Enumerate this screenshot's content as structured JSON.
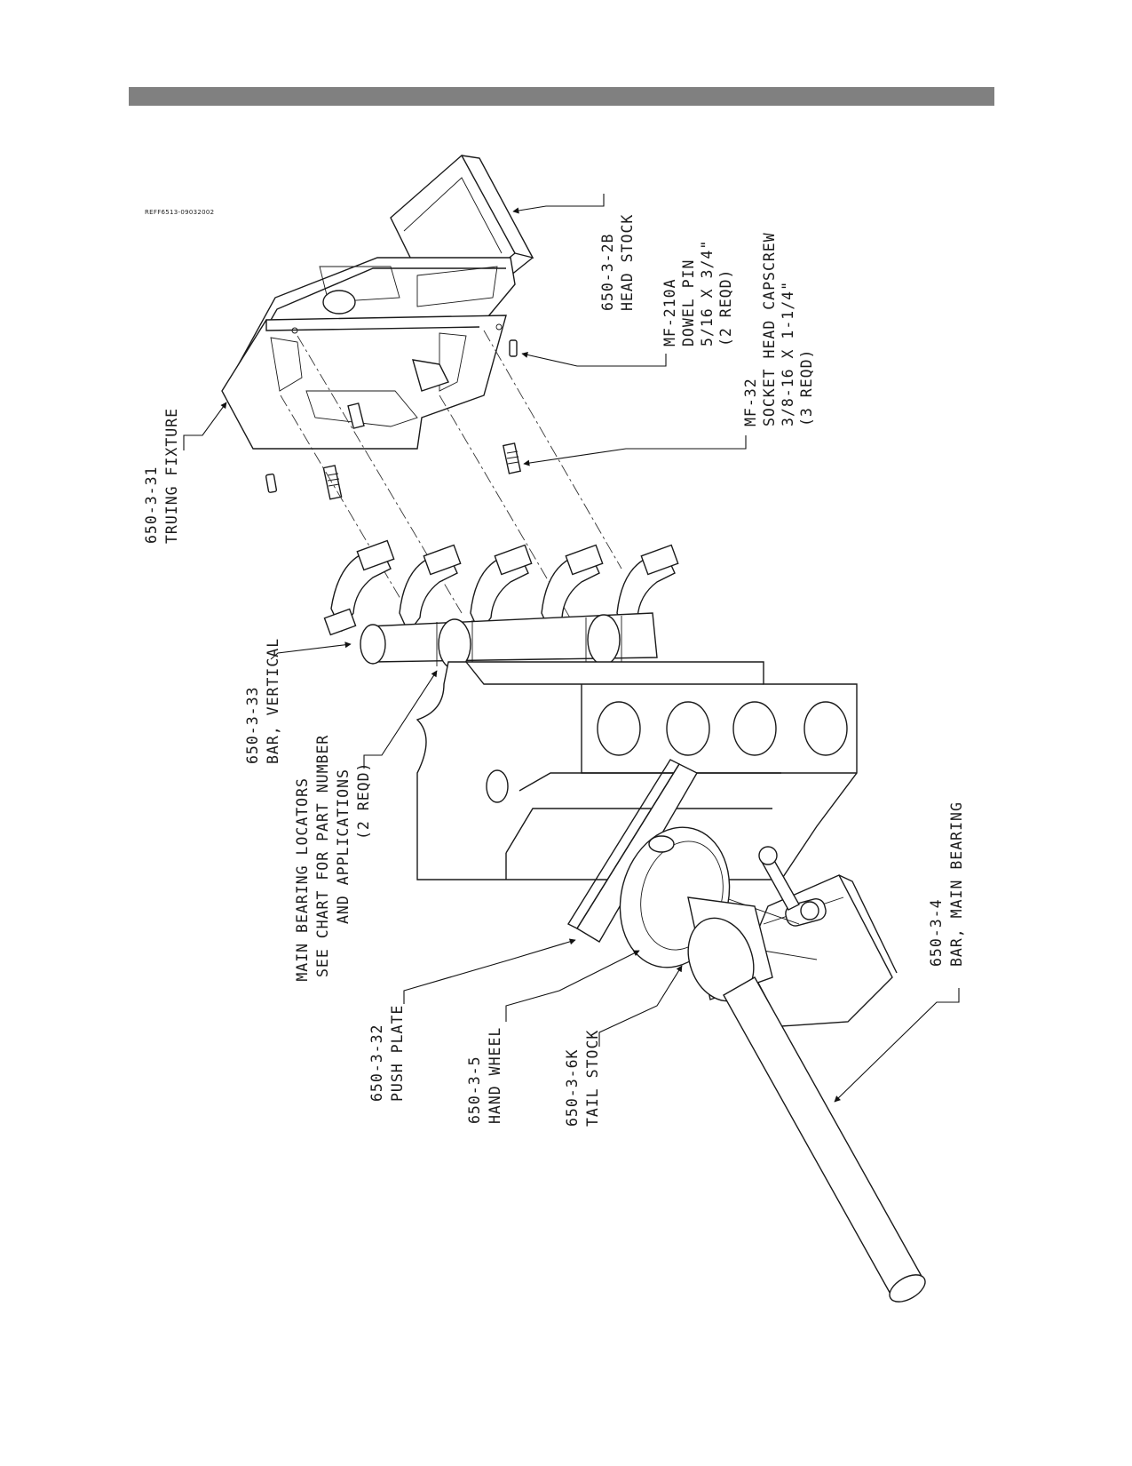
{
  "header": {
    "bar_color": "#808080"
  },
  "reference_code": "REFF6513-09032002",
  "callouts": [
    {
      "id": "head-stock",
      "lines": [
        "650-3-2B",
        "HEAD STOCK"
      ]
    },
    {
      "id": "dowel-pin",
      "lines": [
        "MF-210A",
        "DOWEL PIN",
        "5/16 X 3/4\"",
        "(2 REQD)"
      ]
    },
    {
      "id": "socket-capscrew",
      "lines": [
        "MF-32",
        "SOCKET HEAD CAPSCREW",
        "3/8-16 X 1-1/4\"",
        "(3 REQD)"
      ]
    },
    {
      "id": "truing-fixture",
      "lines": [
        "650-3-31",
        "TRUING FIXTURE"
      ]
    },
    {
      "id": "bar-vertical",
      "lines": [
        "650-3-33",
        "BAR, VERTICAL"
      ]
    },
    {
      "id": "main-bearing-locators",
      "lines": [
        "MAIN BEARING LOCATORS",
        "SEE CHART FOR PART NUMBER",
        "AND APPLICATIONS",
        "(2 REQD)"
      ]
    },
    {
      "id": "push-plate",
      "lines": [
        "650-3-32",
        "PUSH PLATE"
      ]
    },
    {
      "id": "hand-wheel",
      "lines": [
        "650-3-5",
        "HAND WHEEL"
      ]
    },
    {
      "id": "tail-stock",
      "lines": [
        "650-3-6K",
        "TAIL STOCK"
      ]
    },
    {
      "id": "bar-main-bearing",
      "lines": [
        "650-3-4",
        "BAR, MAIN BEARING"
      ]
    }
  ]
}
